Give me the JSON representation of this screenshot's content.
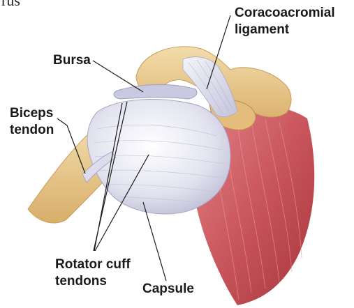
{
  "cutoff_text": "rus",
  "labels": {
    "coracoacromial_1": "Coracoacromial",
    "coracoacromial_2": "ligament",
    "bursa": "Bursa",
    "biceps_1": "Biceps",
    "biceps_2": "tendon",
    "rotator_1": "Rotator cuff",
    "rotator_2": "tendons",
    "capsule": "Capsule"
  },
  "colors": {
    "bone": "#e9c98b",
    "muscle": "#c8555a",
    "tendon": "#dfe0ef",
    "line": "#1a1a1a"
  }
}
